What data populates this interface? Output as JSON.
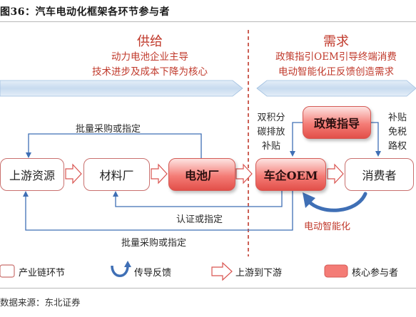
{
  "figure": {
    "title": "图36：汽车电动化框架各环节参与者",
    "source": "数据来源：东北证券"
  },
  "supply": {
    "title": "供给",
    "lines": [
      "动力电池企业主导",
      "技术进步及成本下降为核心"
    ]
  },
  "demand": {
    "title": "需求",
    "lines": [
      "政策指引OEM引导终端消费",
      "电动智能化正反馈创造需求"
    ]
  },
  "nodes": {
    "upstream": "上游资源",
    "materials": "材料厂",
    "battery": "电池厂",
    "oem": "车企OEM",
    "consumer": "消费者",
    "policy": "政策指导"
  },
  "flows": {
    "bulk_purchase_top": "批量采购或指定",
    "certification": "认证或指定",
    "bulk_purchase_bottom": "批量采购或指定",
    "smart_electric": "电动智能化",
    "policy_to_oem": "双积分\n碳排放\n补贴",
    "policy_to_consumer": "补贴\n免税\n路权"
  },
  "legend": {
    "chain": "产业链环节",
    "feedback": "传导反馈",
    "flow": "上游到下游",
    "core": "核心参与者"
  },
  "colors": {
    "accent": "#c0392b",
    "core_fill": "#f47c76",
    "feedback_blue": "#3f6fb5",
    "flow_arrow": "#d9534f"
  }
}
